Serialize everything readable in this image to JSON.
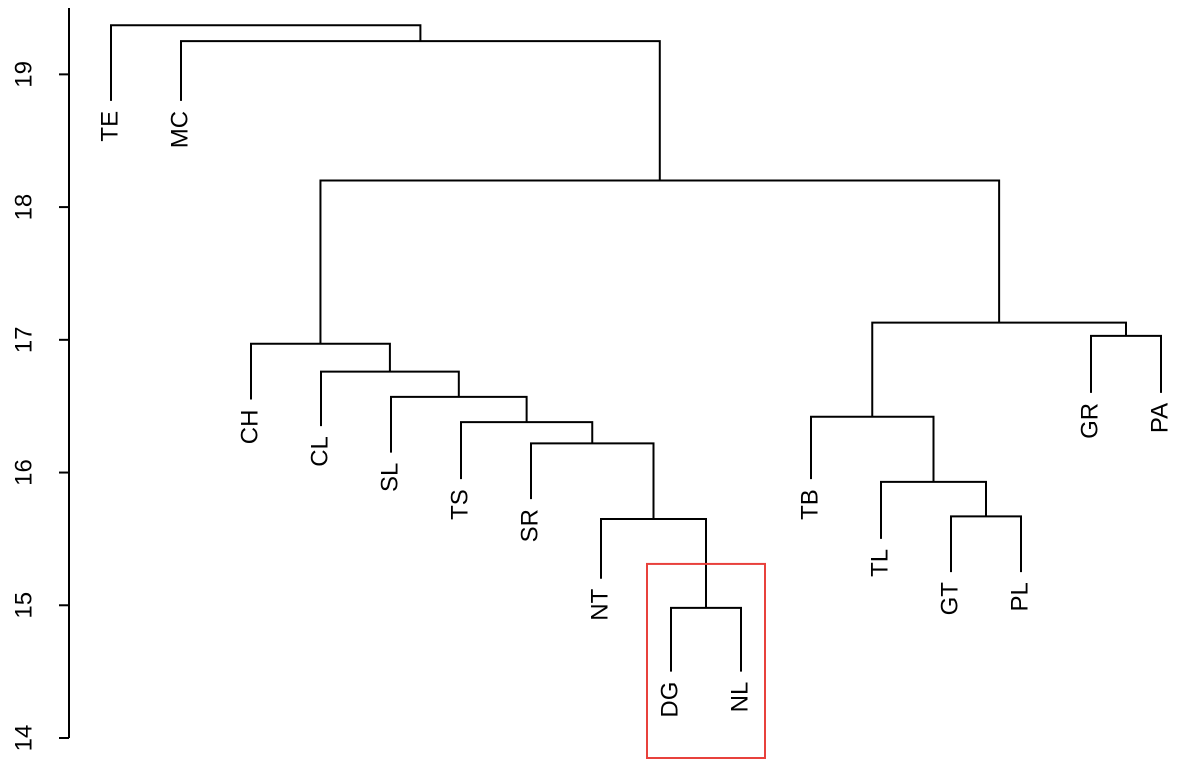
{
  "chart_data": {
    "type": "dendrogram",
    "ylim": [
      14,
      19.5
    ],
    "y_ticks": [
      {
        "value": 14,
        "label": "14"
      },
      {
        "value": 15,
        "label": "15"
      },
      {
        "value": 16,
        "label": "16"
      },
      {
        "value": 17,
        "label": "17"
      },
      {
        "value": 18,
        "label": "18"
      },
      {
        "value": 19,
        "label": "19"
      }
    ],
    "leaves": [
      {
        "id": "TE",
        "label": "TE",
        "height": 18.8
      },
      {
        "id": "MC",
        "label": "MC",
        "height": 18.8
      },
      {
        "id": "CH",
        "label": "CH",
        "height": 16.55
      },
      {
        "id": "CL",
        "label": "CL",
        "height": 16.35
      },
      {
        "id": "SL",
        "label": "SL",
        "height": 16.15
      },
      {
        "id": "TS",
        "label": "TS",
        "height": 15.95
      },
      {
        "id": "SR",
        "label": "SR",
        "height": 15.8
      },
      {
        "id": "NT",
        "label": "NT",
        "height": 15.2
      },
      {
        "id": "DG",
        "label": "DG",
        "height": 14.5
      },
      {
        "id": "NL",
        "label": "NL",
        "height": 14.5
      },
      {
        "id": "TB",
        "label": "TB",
        "height": 15.95
      },
      {
        "id": "TL",
        "label": "TL",
        "height": 15.5
      },
      {
        "id": "GT",
        "label": "GT",
        "height": 15.25
      },
      {
        "id": "PL",
        "label": "PL",
        "height": 15.25
      },
      {
        "id": "GR",
        "label": "GR",
        "height": 16.6
      },
      {
        "id": "PA",
        "label": "PA",
        "height": 16.6
      }
    ],
    "merges": [
      {
        "id": "m_dg_nl",
        "left": "DG",
        "right": "NL",
        "height": 14.98
      },
      {
        "id": "m_nt",
        "left": "NT",
        "right": "m_dg_nl",
        "height": 15.65
      },
      {
        "id": "m_sr",
        "left": "SR",
        "right": "m_nt",
        "height": 16.22
      },
      {
        "id": "m_ts",
        "left": "TS",
        "right": "m_sr",
        "height": 16.38
      },
      {
        "id": "m_sl",
        "left": "SL",
        "right": "m_ts",
        "height": 16.57
      },
      {
        "id": "m_cl",
        "left": "CL",
        "right": "m_sl",
        "height": 16.76
      },
      {
        "id": "m_ch",
        "left": "CH",
        "right": "m_cl",
        "height": 16.97
      },
      {
        "id": "m_gt_pl",
        "left": "GT",
        "right": "PL",
        "height": 15.67
      },
      {
        "id": "m_tl",
        "left": "TL",
        "right": "m_gt_pl",
        "height": 15.93
      },
      {
        "id": "m_tb",
        "left": "TB",
        "right": "m_tl",
        "height": 16.42
      },
      {
        "id": "m_gr_pa",
        "left": "GR",
        "right": "PA",
        "height": 17.03
      },
      {
        "id": "m_right",
        "left": "m_tb",
        "right": "m_gr_pa",
        "height": 17.13
      },
      {
        "id": "m_mid",
        "left": "m_ch",
        "right": "m_right",
        "height": 18.2
      },
      {
        "id": "m_mc",
        "left": "MC",
        "right": "m_mid",
        "height": 19.25
      },
      {
        "id": "m_root",
        "left": "TE",
        "right": "m_mc",
        "height": 19.37
      }
    ],
    "highlight": {
      "cluster": "m_dg_nl",
      "color": "#e8413c"
    },
    "line_color": "#000000"
  }
}
